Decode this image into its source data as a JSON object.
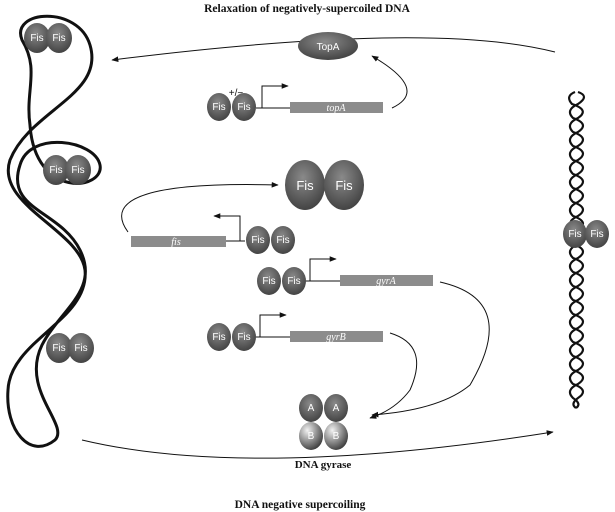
{
  "titles": {
    "top": "Relaxation of negatively-supercoiled DNA",
    "bottom": "DNA negative supercoiling"
  },
  "proteins": {
    "fis": "Fis",
    "topA": "TopA",
    "gyrase_a": "A",
    "gyrase_b": "B",
    "gyrase_label": "DNA gyrase"
  },
  "genes": {
    "topA": "topA",
    "fis": "fis",
    "gyrA": "gyrA",
    "gyrB": "gyrB"
  },
  "regulation_sign": "+/−",
  "colors": {
    "protein": "#5f5f5f",
    "protein_dark": "#4a4a4a",
    "gene_bar": "#8c8c8c",
    "line": "#111111"
  }
}
